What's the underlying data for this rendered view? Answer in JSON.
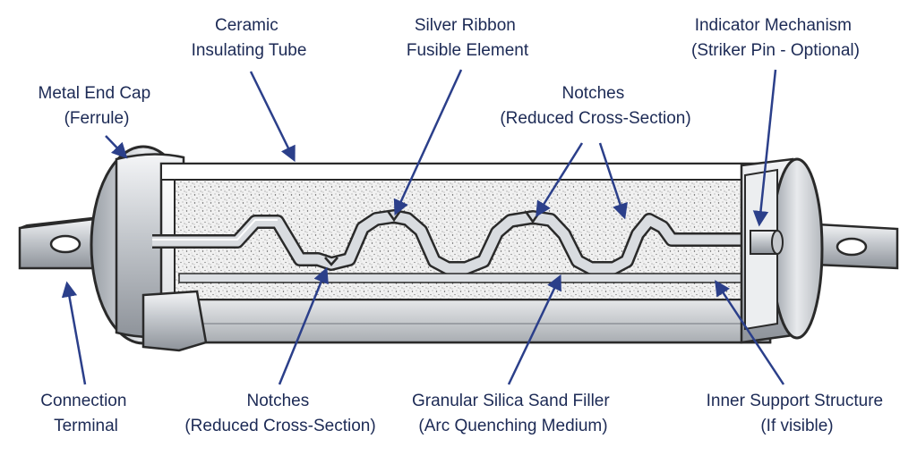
{
  "labels": {
    "ceramic_tube": [
      "Ceramic",
      "Insulating Tube"
    ],
    "silver_ribbon": [
      "Silver Ribbon",
      "Fusible Element"
    ],
    "indicator": [
      "Indicator Mechanism",
      "(Striker Pin - Optional)"
    ],
    "end_cap": [
      "Metal End Cap",
      "(Ferrule)"
    ],
    "notches_top": [
      "Notches",
      "(Reduced Cross-Section)"
    ],
    "terminal": [
      "Connection",
      "Terminal"
    ],
    "notches_bottom": [
      "Notches",
      "(Reduced Cross-Section)"
    ],
    "silica": [
      "Granular Silica Sand Filler",
      "(Arc Quenching Medium)"
    ],
    "support": [
      "Inner Support Structure",
      "(If visible)"
    ]
  },
  "colors": {
    "label_text": "#1c2a55",
    "arrow": "#2b3f8a",
    "metal": "#c9ccd1",
    "outline": "#2a2a2a",
    "sand": "#ececec"
  }
}
